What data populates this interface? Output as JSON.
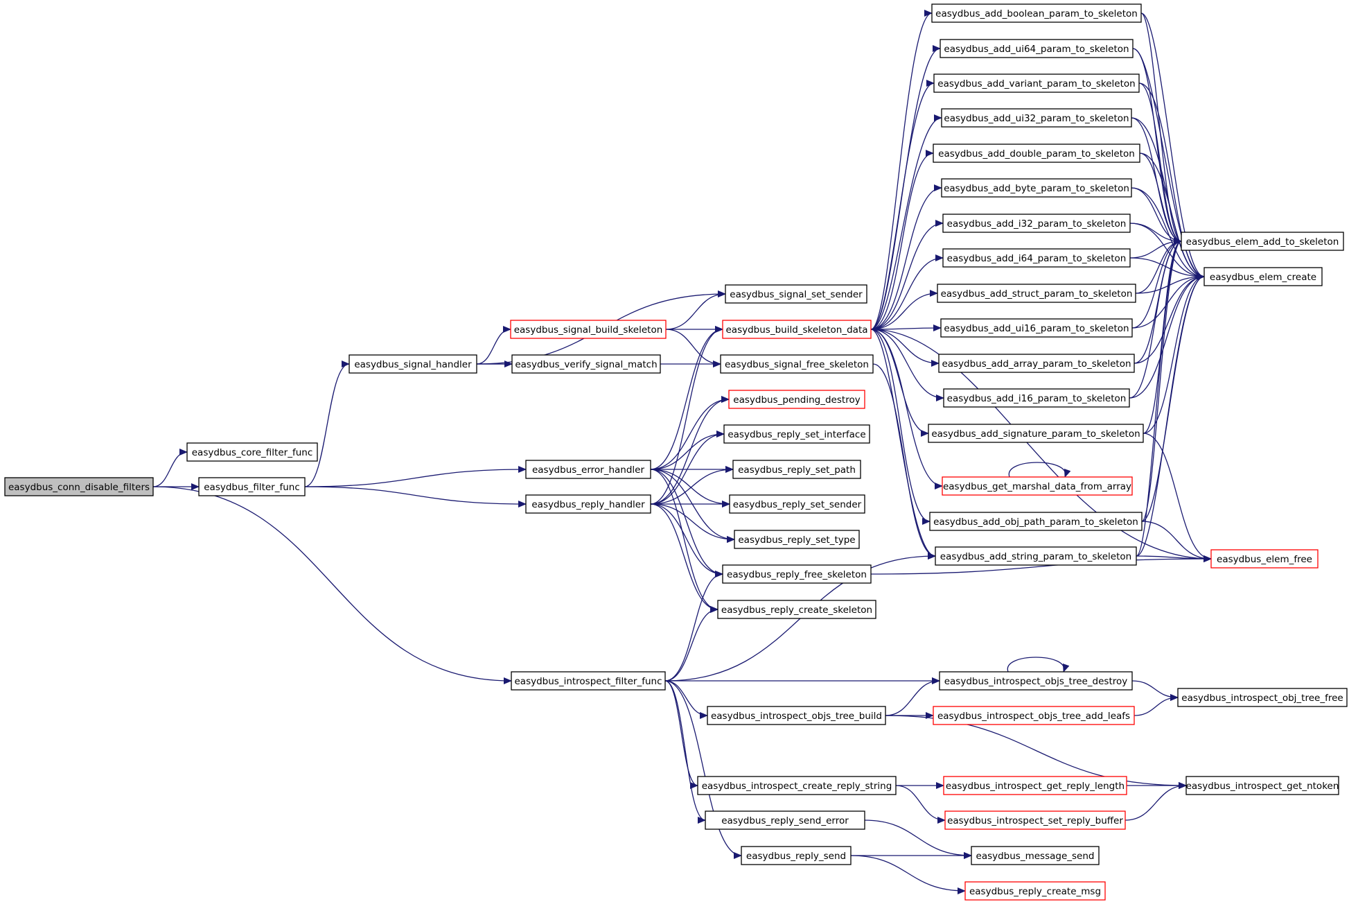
{
  "diagram": {
    "type": "call-graph",
    "colors": {
      "edge": "#191970",
      "node_border": "#000000",
      "truncated_border": "#ff0000",
      "root_fill": "#bfbfbf",
      "node_fill": "#ffffff"
    },
    "nodes": [
      {
        "id": "conn_disable_filters",
        "label": "easydbus_conn_disable_filters",
        "root": true
      },
      {
        "id": "core_filter_func",
        "label": "easydbus_core_filter_func"
      },
      {
        "id": "filter_func",
        "label": "easydbus_filter_func"
      },
      {
        "id": "introspect_filter_func",
        "label": "easydbus_introspect_filter_func"
      },
      {
        "id": "signal_handler",
        "label": "easydbus_signal_handler"
      },
      {
        "id": "error_handler",
        "label": "easydbus_error_handler"
      },
      {
        "id": "reply_handler",
        "label": "easydbus_reply_handler"
      },
      {
        "id": "signal_build_skeleton",
        "label": "easydbus_signal_build_skeleton",
        "truncated": true
      },
      {
        "id": "verify_signal_match",
        "label": "easydbus_verify_signal_match"
      },
      {
        "id": "signal_set_sender",
        "label": "easydbus_signal_set_sender"
      },
      {
        "id": "build_skeleton_data",
        "label": "easydbus_build_skeleton_data",
        "truncated": true
      },
      {
        "id": "signal_free_skeleton",
        "label": "easydbus_signal_free_skeleton"
      },
      {
        "id": "pending_destroy",
        "label": "easydbus_pending_destroy",
        "truncated": true
      },
      {
        "id": "reply_set_interface",
        "label": "easydbus_reply_set_interface"
      },
      {
        "id": "reply_set_path",
        "label": "easydbus_reply_set_path"
      },
      {
        "id": "reply_set_sender",
        "label": "easydbus_reply_set_sender"
      },
      {
        "id": "reply_set_type",
        "label": "easydbus_reply_set_type"
      },
      {
        "id": "reply_free_skeleton",
        "label": "easydbus_reply_free_skeleton"
      },
      {
        "id": "reply_create_skeleton",
        "label": "easydbus_reply_create_skeleton"
      },
      {
        "id": "introspect_objs_tree_build",
        "label": "easydbus_introspect_objs_tree_build"
      },
      {
        "id": "introspect_create_reply_string",
        "label": "easydbus_introspect_create_reply_string"
      },
      {
        "id": "reply_send_error",
        "label": "easydbus_reply_send_error"
      },
      {
        "id": "reply_send",
        "label": "easydbus_reply_send"
      },
      {
        "id": "add_boolean",
        "label": "easydbus_add_boolean_param_to_skeleton"
      },
      {
        "id": "add_ui64",
        "label": "easydbus_add_ui64_param_to_skeleton"
      },
      {
        "id": "add_variant",
        "label": "easydbus_add_variant_param_to_skeleton"
      },
      {
        "id": "add_ui32",
        "label": "easydbus_add_ui32_param_to_skeleton"
      },
      {
        "id": "add_double",
        "label": "easydbus_add_double_param_to_skeleton"
      },
      {
        "id": "add_byte",
        "label": "easydbus_add_byte_param_to_skeleton"
      },
      {
        "id": "add_i32",
        "label": "easydbus_add_i32_param_to_skeleton"
      },
      {
        "id": "add_i64",
        "label": "easydbus_add_i64_param_to_skeleton"
      },
      {
        "id": "add_struct",
        "label": "easydbus_add_struct_param_to_skeleton"
      },
      {
        "id": "add_ui16",
        "label": "easydbus_add_ui16_param_to_skeleton"
      },
      {
        "id": "add_array",
        "label": "easydbus_add_array_param_to_skeleton"
      },
      {
        "id": "add_i16",
        "label": "easydbus_add_i16_param_to_skeleton"
      },
      {
        "id": "add_signature",
        "label": "easydbus_add_signature_param_to_skeleton"
      },
      {
        "id": "get_marshal",
        "label": "easydbus_get_marshal_data_from_array",
        "truncated": true
      },
      {
        "id": "add_obj_path",
        "label": "easydbus_add_obj_path_param_to_skeleton"
      },
      {
        "id": "add_string",
        "label": "easydbus_add_string_param_to_skeleton"
      },
      {
        "id": "introspect_objs_tree_destroy",
        "label": "easydbus_introspect_objs_tree_destroy"
      },
      {
        "id": "introspect_objs_tree_add_leafs",
        "label": "easydbus_introspect_objs_tree_add_leafs",
        "truncated": true
      },
      {
        "id": "introspect_get_reply_length",
        "label": "easydbus_introspect_get_reply_length",
        "truncated": true
      },
      {
        "id": "introspect_set_reply_buffer",
        "label": "easydbus_introspect_set_reply_buffer",
        "truncated": true
      },
      {
        "id": "message_send",
        "label": "easydbus_message_send"
      },
      {
        "id": "reply_create_msg",
        "label": "easydbus_reply_create_msg",
        "truncated": true
      },
      {
        "id": "elem_add_to_skeleton",
        "label": "easydbus_elem_add_to_skeleton"
      },
      {
        "id": "elem_create",
        "label": "easydbus_elem_create"
      },
      {
        "id": "elem_free",
        "label": "easydbus_elem_free",
        "truncated": true
      },
      {
        "id": "introspect_obj_tree_free",
        "label": "easydbus_introspect_obj_tree_free"
      },
      {
        "id": "introspect_get_ntoken",
        "label": "easydbus_introspect_get_ntoken"
      }
    ],
    "edges": [
      [
        "conn_disable_filters",
        "core_filter_func"
      ],
      [
        "conn_disable_filters",
        "filter_func"
      ],
      [
        "conn_disable_filters",
        "introspect_filter_func"
      ],
      [
        "filter_func",
        "signal_handler"
      ],
      [
        "filter_func",
        "error_handler"
      ],
      [
        "filter_func",
        "reply_handler"
      ],
      [
        "signal_handler",
        "signal_set_sender"
      ],
      [
        "signal_handler",
        "signal_build_skeleton"
      ],
      [
        "signal_handler",
        "verify_signal_match"
      ],
      [
        "signal_handler",
        "signal_free_skeleton"
      ],
      [
        "signal_build_skeleton",
        "signal_set_sender"
      ],
      [
        "signal_build_skeleton",
        "build_skeleton_data"
      ],
      [
        "signal_build_skeleton",
        "signal_free_skeleton"
      ],
      [
        "error_handler",
        "build_skeleton_data"
      ],
      [
        "error_handler",
        "pending_destroy"
      ],
      [
        "error_handler",
        "reply_set_interface"
      ],
      [
        "error_handler",
        "reply_set_path"
      ],
      [
        "error_handler",
        "reply_set_sender"
      ],
      [
        "error_handler",
        "reply_set_type"
      ],
      [
        "error_handler",
        "reply_free_skeleton"
      ],
      [
        "error_handler",
        "reply_create_skeleton"
      ],
      [
        "reply_handler",
        "build_skeleton_data"
      ],
      [
        "reply_handler",
        "pending_destroy"
      ],
      [
        "reply_handler",
        "reply_set_interface"
      ],
      [
        "reply_handler",
        "reply_set_path"
      ],
      [
        "reply_handler",
        "reply_set_sender"
      ],
      [
        "reply_handler",
        "reply_set_type"
      ],
      [
        "reply_handler",
        "reply_free_skeleton"
      ],
      [
        "reply_handler",
        "reply_create_skeleton"
      ],
      [
        "introspect_filter_func",
        "reply_free_skeleton"
      ],
      [
        "introspect_filter_func",
        "reply_create_skeleton"
      ],
      [
        "introspect_filter_func",
        "add_string"
      ],
      [
        "introspect_filter_func",
        "introspect_objs_tree_destroy"
      ],
      [
        "introspect_filter_func",
        "introspect_objs_tree_build"
      ],
      [
        "introspect_filter_func",
        "introspect_create_reply_string"
      ],
      [
        "introspect_filter_func",
        "reply_send_error"
      ],
      [
        "introspect_filter_func",
        "reply_send"
      ],
      [
        "build_skeleton_data",
        "add_boolean"
      ],
      [
        "build_skeleton_data",
        "add_ui64"
      ],
      [
        "build_skeleton_data",
        "add_variant"
      ],
      [
        "build_skeleton_data",
        "add_ui32"
      ],
      [
        "build_skeleton_data",
        "add_double"
      ],
      [
        "build_skeleton_data",
        "add_byte"
      ],
      [
        "build_skeleton_data",
        "add_i32"
      ],
      [
        "build_skeleton_data",
        "add_i64"
      ],
      [
        "build_skeleton_data",
        "add_struct"
      ],
      [
        "build_skeleton_data",
        "add_ui16"
      ],
      [
        "build_skeleton_data",
        "add_array"
      ],
      [
        "build_skeleton_data",
        "add_i16"
      ],
      [
        "build_skeleton_data",
        "add_signature"
      ],
      [
        "build_skeleton_data",
        "get_marshal"
      ],
      [
        "build_skeleton_data",
        "add_obj_path"
      ],
      [
        "build_skeleton_data",
        "add_string"
      ],
      [
        "build_skeleton_data",
        "elem_free"
      ],
      [
        "signal_free_skeleton",
        "add_string"
      ],
      [
        "reply_free_skeleton",
        "elem_free"
      ],
      [
        "add_boolean",
        "elem_add_to_skeleton"
      ],
      [
        "add_boolean",
        "elem_create"
      ],
      [
        "add_ui64",
        "elem_add_to_skeleton"
      ],
      [
        "add_ui64",
        "elem_create"
      ],
      [
        "add_variant",
        "elem_add_to_skeleton"
      ],
      [
        "add_variant",
        "elem_create"
      ],
      [
        "add_ui32",
        "elem_add_to_skeleton"
      ],
      [
        "add_ui32",
        "elem_create"
      ],
      [
        "add_double",
        "elem_add_to_skeleton"
      ],
      [
        "add_double",
        "elem_create"
      ],
      [
        "add_byte",
        "elem_add_to_skeleton"
      ],
      [
        "add_byte",
        "elem_create"
      ],
      [
        "add_i32",
        "elem_add_to_skeleton"
      ],
      [
        "add_i32",
        "elem_create"
      ],
      [
        "add_i64",
        "elem_add_to_skeleton"
      ],
      [
        "add_i64",
        "elem_create"
      ],
      [
        "add_struct",
        "elem_add_to_skeleton"
      ],
      [
        "add_struct",
        "elem_create"
      ],
      [
        "add_ui16",
        "elem_add_to_skeleton"
      ],
      [
        "add_ui16",
        "elem_create"
      ],
      [
        "add_array",
        "elem_add_to_skeleton"
      ],
      [
        "add_array",
        "elem_create"
      ],
      [
        "add_i16",
        "elem_add_to_skeleton"
      ],
      [
        "add_i16",
        "elem_create"
      ],
      [
        "add_signature",
        "elem_add_to_skeleton"
      ],
      [
        "add_signature",
        "elem_create"
      ],
      [
        "add_signature",
        "elem_free"
      ],
      [
        "get_marshal",
        "get_marshal"
      ],
      [
        "add_obj_path",
        "elem_add_to_skeleton"
      ],
      [
        "add_obj_path",
        "elem_create"
      ],
      [
        "add_obj_path",
        "elem_free"
      ],
      [
        "add_string",
        "elem_add_to_skeleton"
      ],
      [
        "add_string",
        "elem_create"
      ],
      [
        "add_string",
        "elem_free"
      ],
      [
        "introspect_objs_tree_destroy",
        "introspect_objs_tree_destroy"
      ],
      [
        "introspect_objs_tree_destroy",
        "introspect_obj_tree_free"
      ],
      [
        "introspect_objs_tree_build",
        "introspect_objs_tree_destroy"
      ],
      [
        "introspect_objs_tree_build",
        "introspect_objs_tree_add_leafs"
      ],
      [
        "introspect_objs_tree_build",
        "introspect_get_ntoken"
      ],
      [
        "introspect_objs_tree_add_leafs",
        "introspect_obj_tree_free"
      ],
      [
        "introspect_create_reply_string",
        "introspect_get_reply_length"
      ],
      [
        "introspect_create_reply_string",
        "introspect_set_reply_buffer"
      ],
      [
        "introspect_get_reply_length",
        "introspect_get_ntoken"
      ],
      [
        "introspect_set_reply_buffer",
        "introspect_get_ntoken"
      ],
      [
        "reply_send_error",
        "message_send"
      ],
      [
        "reply_send",
        "message_send"
      ],
      [
        "reply_send",
        "reply_create_msg"
      ]
    ]
  }
}
